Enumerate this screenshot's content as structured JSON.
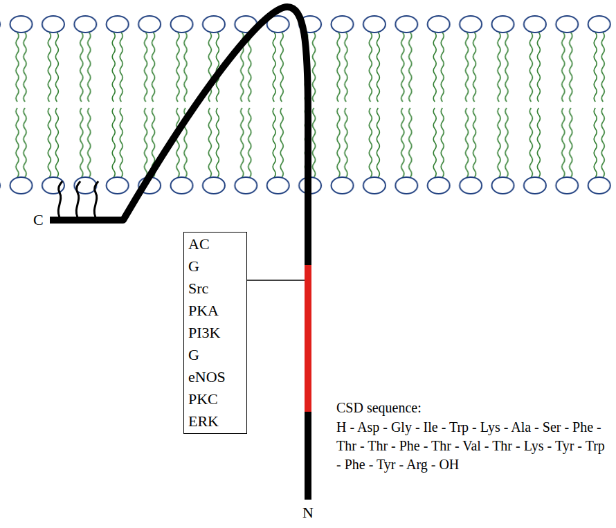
{
  "diagram": {
    "nodes": [
      {
        "text": [
          "AC",
          "G",
          "Src",
          "PKA",
          "PI3K",
          "G",
          "eNOS",
          "PKC",
          "ERK"
        ]
      }
    ],
    "labels": [
      "C",
      "N",
      "CSD sequence:",
      "H - Asp - Gly - Ile - Trp - Lys - Ala - Ser - Phe - Thr - Thr - Phe - Thr - Val - Thr - Lys - Tyr - Trp - Phe - Tyr - Arg - OH"
    ]
  }
}
